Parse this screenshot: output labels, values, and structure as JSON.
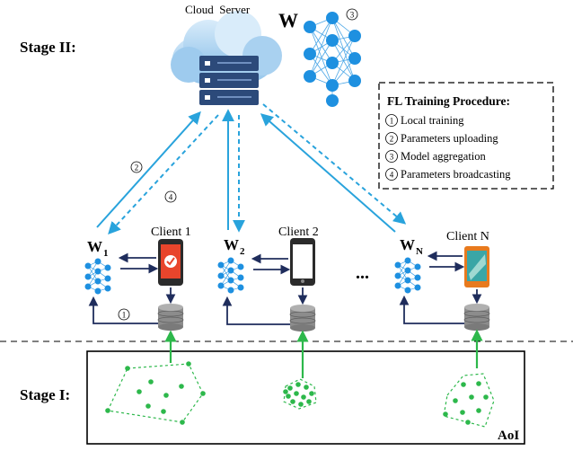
{
  "stage2_label": "Stage II:",
  "stage1_label": "Stage I:",
  "server_label": "Cloud  Server",
  "global_model_label": "W",
  "global_step_marker": "3",
  "procedure": {
    "title": "FL Training Procedure:",
    "steps": [
      {
        "num": "1",
        "text": "Local training"
      },
      {
        "num": "2",
        "text": "Parameters uploading"
      },
      {
        "num": "3",
        "text": "Model aggregation"
      },
      {
        "num": "4",
        "text": "Parameters broadcasting"
      }
    ]
  },
  "clients": [
    {
      "name": "Client 1",
      "model": "W",
      "sub": "1"
    },
    {
      "name": "Client 2",
      "model": "W",
      "sub": "2"
    },
    {
      "name": "Client N",
      "model": "W",
      "sub": "N"
    }
  ],
  "ellipsis": "...",
  "arrow_markers": {
    "upload": "2",
    "broadcast": "4",
    "local": "1"
  },
  "area_label": "AoI",
  "colors": {
    "arrow_blue": "#29a3dc",
    "dark_arrow": "#1f2d5c",
    "network_node": "#1e90e0",
    "cloud_light": "#c9e3f5",
    "cloud_dark": "#7db7e4",
    "server": "#2c4a7a",
    "client_dot": "#2db84b"
  }
}
